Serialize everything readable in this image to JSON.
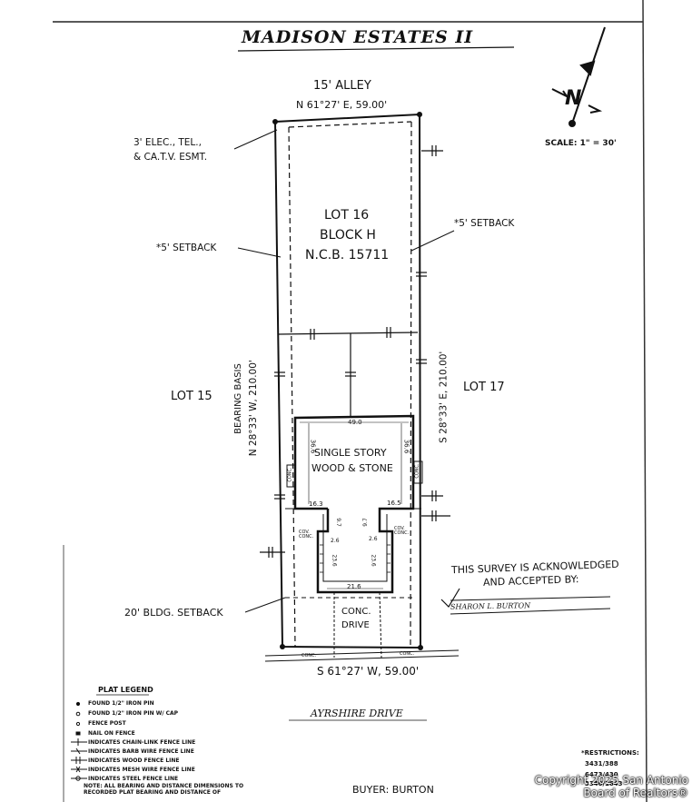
{
  "title": "MADISON ESTATES II",
  "north_arrow": {
    "label": "N"
  },
  "scale": "SCALE: 1\" = 30'",
  "alley": {
    "label": "15' ALLEY",
    "bearing": "N 61°27' E, 59.00'"
  },
  "easement": {
    "line1": "3' ELEC., TEL.,",
    "line2": "& CA.T.V. ESMT."
  },
  "lot": {
    "line1": "LOT 16",
    "line2": "BLOCK H",
    "line3": "N.C.B. 15711"
  },
  "setback_right": "*5' SETBACK",
  "setback_left": "*5' SETBACK",
  "lot_left": "LOT 15",
  "lot_right": "LOT 17",
  "bearing_basis": "BEARING BASIS",
  "left_bearing": "N 28°33' W, 210.00'",
  "right_bearing": "S 28°33' E, 210.00'",
  "house": {
    "line1": "SINGLE STORY",
    "line2": "WOOD & STONE"
  },
  "dims": {
    "top": "49.0",
    "left_side": "36.6",
    "right_side": "36.6",
    "left_notch": "16.3",
    "right_notch": "16.5",
    "left_small": "9.7",
    "right_small": "9.7",
    "left_garage_a": "2.6",
    "right_garage_a": "2.6",
    "left_garage_b": "23.6",
    "right_garage_b": "23.6",
    "bottom": "21.6"
  },
  "cov_conc": "COV. CONC.",
  "conc": "CONC.",
  "acknowledgement": {
    "line1": "THIS SURVEY IS ACKNOWLEDGED",
    "line2": "AND ACCEPTED BY:"
  },
  "signature": "SHARON L. BURTON",
  "bldg_setback": "20' BLDG. SETBACK",
  "drive": {
    "line1": "CONC.",
    "line2": "DRIVE"
  },
  "bottom_bearing": "S 61°27' W, 59.00'",
  "street": "AYRSHIRE DRIVE",
  "legend": {
    "title": "PLAT LEGEND",
    "items": [
      "FOUND 1/2\" IRON PIN",
      "FOUND 1/2\" IRON PIN W/ CAP",
      "FENCE POST",
      "NAIL ON FENCE",
      "INDICATES CHAIN-LINK FENCE LINE",
      "INDICATES BARB WIRE FENCE LINE",
      "INDICATES WOOD FENCE LINE",
      "INDICATES MESH WIRE FENCE LINE",
      "INDICATES STEEL FENCE LINE",
      "NOTE: ALL BEARING AND DISTANCE DIMENSIONS TO",
      "RECORDED PLAT BEARING AND DISTANCE OF"
    ]
  },
  "restrictions": {
    "title": "*RESTRICTIONS:",
    "lines": [
      "3431/388",
      "6473/430",
      "3340/1643"
    ]
  },
  "buyer": "BUYER: BURTON",
  "watermark": "Copyright 2025 San Antonio Board of Realtors®"
}
